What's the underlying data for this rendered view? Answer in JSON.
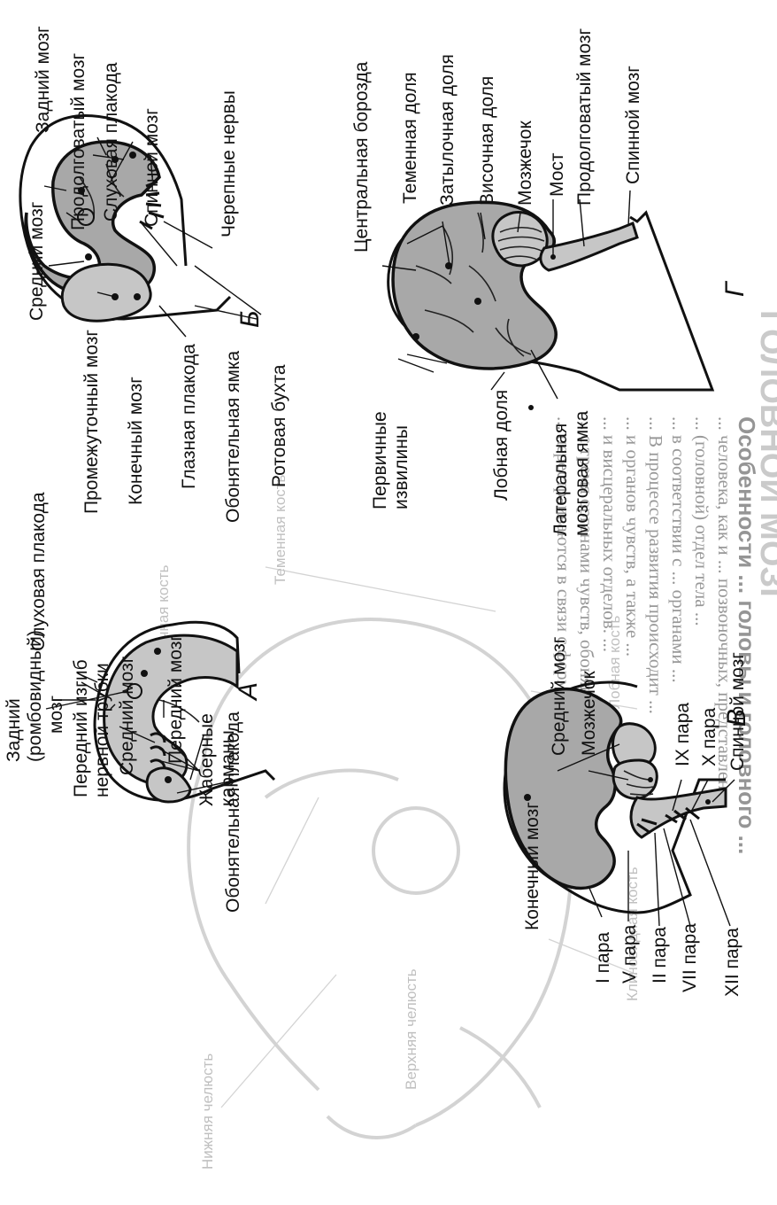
{
  "background_text": {
    "title": "ГОЛОВНОЙ МОЗГ",
    "heading": "Особенности ... головы и головного ...",
    "body_lines": [
      "... человека, как и ... позвоночных, представлен ...",
      "... (головной) отдел тела ...",
      "... в соответствии с ... органами ...",
      "... В процессе развития происходит ...",
      "... и органов чувств, а также ...",
      "... и висцеральных отделов. ...",
      "... с тремя органами чувств, обоняния, зрения и слуха ...",
      "... перестраиваются в связи с формированием ..."
    ],
    "skull_labels": [
      "Теменная кость",
      "Лобная кость",
      "Височная кость",
      "Клиновидная кость",
      "Верхняя челюсть",
      "Нижняя челюсть"
    ]
  },
  "panels": {
    "A": {
      "letter": "А",
      "labels": {
        "hindbrain": "Задний\n(ромбовидный)\nмозг",
        "neural_flexure": "Передний изгиб\nнервной трубки",
        "midbrain": "Средний мозг",
        "forebrain": "Передний мозг",
        "olfactory_placode": "Обонятельная плакода",
        "otic_placode": "Слуховая плакода",
        "gill_pouches": "Жаберные\nкарманы"
      }
    },
    "B": {
      "letter": "Б",
      "labels": {
        "midbrain": "Средний мозг",
        "diencephalon": "Промежуточный мозг",
        "telencephalon": "Конечный мозг",
        "optic_placode": "Глазная плакода",
        "olfactory_pit": "Обонятельная ямка",
        "oral_cavity": "Ротовая бухта",
        "hindbrain": "Задний мозг",
        "medulla": "Продолговатый мозг",
        "otic_placode": "Слуховая плакода",
        "spinal_cord": "Спинной мозг",
        "cranial_nerves": "Черепные нервы"
      }
    },
    "C": {
      "letter": "В",
      "labels": {
        "telencephalon": "Конечный мозг",
        "pair_I": "I пара",
        "pair_V": "V пара",
        "pair_II": "II пара",
        "pair_VII": "VII пара",
        "pair_XII": "XII пара",
        "midbrain": "Средний мозг",
        "cerebellum": "Мозжечок",
        "pair_IX": "IX пара",
        "pair_X": "X пара",
        "spinal_cord": "Спинной мозг"
      }
    },
    "D": {
      "letter": "Г",
      "labels": {
        "primary_gyri": "Первичные\nизвилины",
        "frontal_lobe": "Лобная доля",
        "lateral_fossa": "Латеральная\nмозговая ямка",
        "central_sulcus": "Центральная борозда",
        "parietal_lobe": "Теменная доля",
        "occipital_lobe": "Затылочная доля",
        "temporal_lobe": "Височная доля",
        "cerebellum": "Мозжечок",
        "pons": "Мост",
        "medulla": "Продолговатый мозг",
        "spinal_cord": "Спинной мозг"
      }
    }
  }
}
